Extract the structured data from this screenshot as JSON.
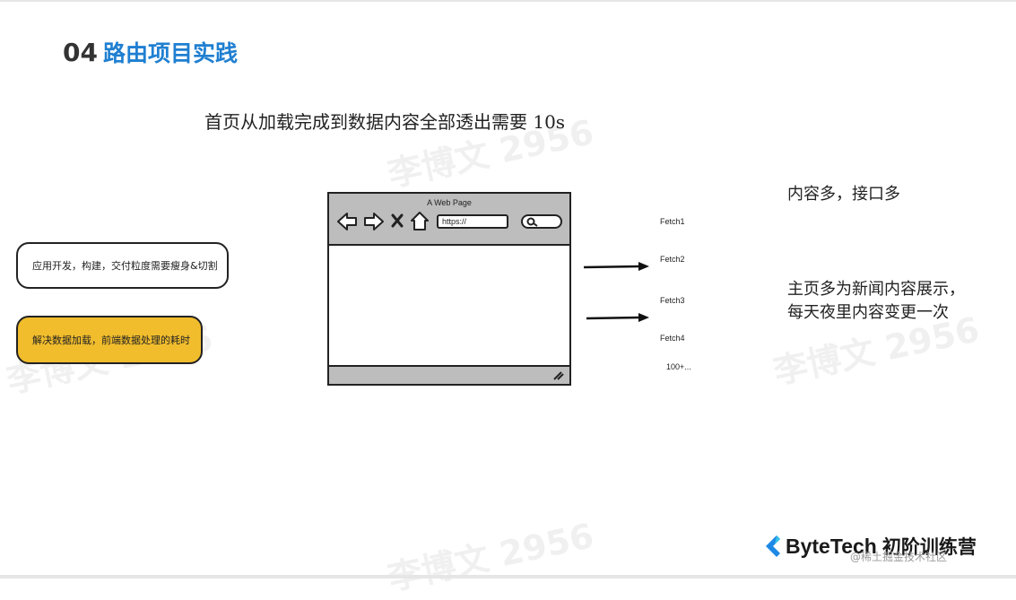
{
  "title": {
    "number": "04",
    "text": "路由项目实践"
  },
  "subtitle": "首页从加载完成到数据内容全部透出需要 10s",
  "left_boxes": [
    {
      "text": "应用开发，构建，交付粒度需要瘦身&切割"
    },
    {
      "text": "解决数据加载，前端数据处理的耗时"
    }
  ],
  "browser": {
    "title": "A Web Page",
    "url": "https://"
  },
  "fetches": [
    "Fetch1",
    "Fetch2",
    "Fetch3",
    "Fetch4",
    "100+..."
  ],
  "notes": {
    "first": "内容多，接口多",
    "second_line1": "主页多为新闻内容展示，",
    "second_line2": "每天夜里内容变更一次"
  },
  "watermark": "李博文 2956",
  "footer": {
    "brand": "ByteTech",
    "camp": "初阶训练营",
    "credit": "@稀土掘金技术社区"
  },
  "colors": {
    "title_blue": "#1f7fd1",
    "highlight_yellow": "#f1bd2c",
    "browser_gray": "#bdbdbd"
  }
}
